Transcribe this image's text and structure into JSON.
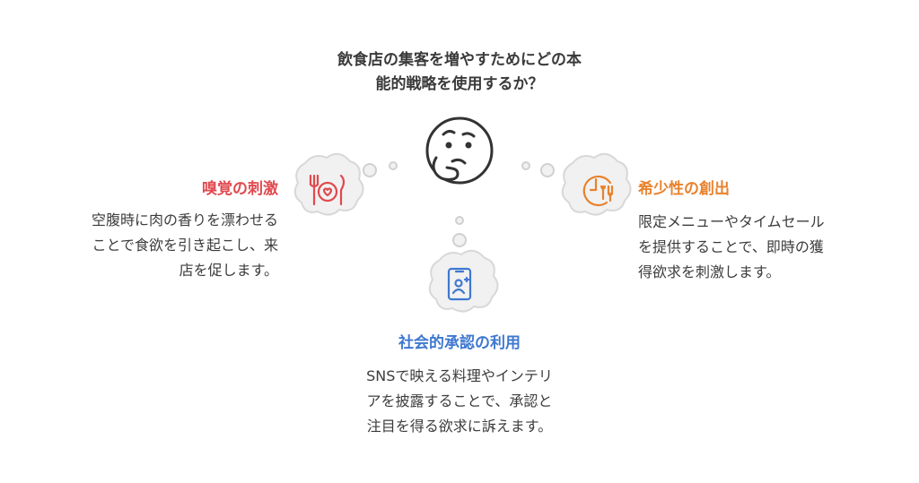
{
  "question": {
    "line1": "飲食店の集客を増やすためにどの本",
    "line2": "能的戦略を使用するか？"
  },
  "strategies": {
    "smell": {
      "title": "嗅覚の刺激",
      "desc": [
        "空腹時に肉の香りを漂わせる",
        "ことで食欲を引き起こし、来",
        "店を促します。"
      ],
      "color": "#e0494f",
      "icon": "plate-fork-knife-icon"
    },
    "scarcity": {
      "title": "希少性の創出",
      "desc": [
        "限定メニューやタイムセール",
        "を提供することで、即時の獲",
        "得欲求を刺激します。"
      ],
      "color": "#e8822e",
      "icon": "clock-utensils-icon"
    },
    "social": {
      "title": "社会的承認の利用",
      "desc": [
        "SNSで映える料理やインテリ",
        "アを披露することで、承認と",
        "注目を得る欲求に訴えます。"
      ],
      "color": "#3f78d0",
      "icon": "smartphone-user-icon"
    }
  },
  "colors": {
    "cloud_fill": "#f1f1f1",
    "cloud_stroke": "#d8d8d8",
    "thinker_stroke": "#333333"
  }
}
